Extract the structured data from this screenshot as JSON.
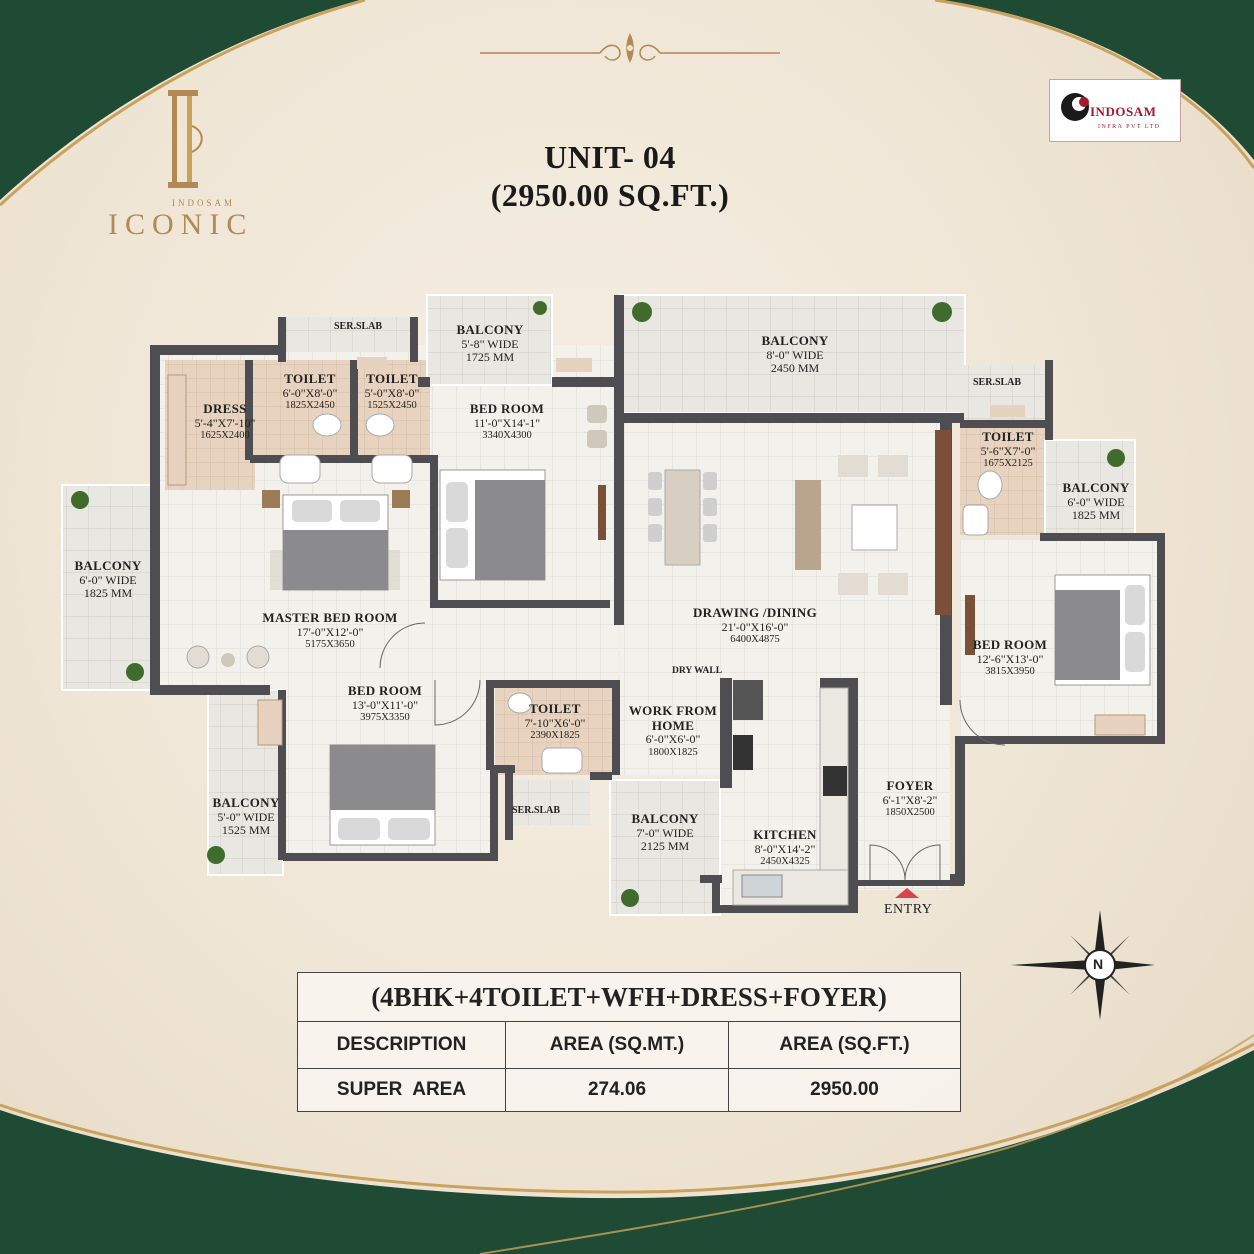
{
  "header": {
    "unit_title": "UNIT- 04",
    "unit_area": "(2950.00 SQ.FT.)"
  },
  "brand": {
    "project_small": "INDOSAM",
    "project_name": "ICONIC",
    "developer_name": "INDOSAM",
    "developer_sub": "INFRA PVT LTD",
    "gold": "#b08a52",
    "red": "#a01c2e",
    "green": "#1f4a33"
  },
  "rooms": {
    "dress": {
      "name": "DRESS",
      "dim": "5'-4\"X7'-10\"",
      "mm": "1625X2400"
    },
    "toilet1": {
      "name": "TOILET",
      "dim": "6'-0\"X8'-0\"",
      "mm": "1825X2450"
    },
    "toilet2": {
      "name": "TOILET",
      "dim": "5'-0\"X8'-0\"",
      "mm": "1525X2450"
    },
    "balcony_top_small": {
      "name": "BALCONY",
      "dim": "5'-8\" WIDE",
      "mm": "1725 MM"
    },
    "balcony_top_large": {
      "name": "BALCONY",
      "dim": "8'-0\" WIDE",
      "mm": "2450 MM"
    },
    "bedroom_top": {
      "name": "BED ROOM",
      "dim": "11'-0\"X14'-1\"",
      "mm": "3340X4300"
    },
    "toilet_right": {
      "name": "TOILET",
      "dim": "5'-6\"X7'-0\"",
      "mm": "1675X2125"
    },
    "balcony_right": {
      "name": "BALCONY",
      "dim": "6'-0\" WIDE",
      "mm": "1825 MM"
    },
    "balcony_left": {
      "name": "BALCONY",
      "dim": "6'-0\" WIDE",
      "mm": "1825 MM"
    },
    "master_bedroom": {
      "name": "MASTER BED ROOM",
      "dim": "17'-0\"X12'-0\"",
      "mm": "5175X3650"
    },
    "drawing_dining": {
      "name": "DRAWING /DINING",
      "dim": "21'-0\"X16'-0\"",
      "mm": "6400X4875"
    },
    "bedroom_right": {
      "name": "BED ROOM",
      "dim": "12'-6\"X13'-0\"",
      "mm": "3815X3950"
    },
    "bedroom_bottom": {
      "name": "BED ROOM",
      "dim": "13'-0\"X11'-0\"",
      "mm": "3975X3350"
    },
    "toilet_bottom": {
      "name": "TOILET",
      "dim": "7'-10\"X6'-0\"",
      "mm": "2390X1825"
    },
    "wfh": {
      "name1": "WORK FROM",
      "name2": "HOME",
      "dim": "6'-0\"X6'-0\"",
      "mm": "1800X1825"
    },
    "balcony_bottom_left": {
      "name": "BALCONY",
      "dim": "5'-0\" WIDE",
      "mm": "1525 MM"
    },
    "balcony_bottom_mid": {
      "name": "BALCONY",
      "dim": "7'-0\" WIDE",
      "mm": "2125 MM"
    },
    "kitchen": {
      "name": "KITCHEN",
      "dim": "8'-0\"X14'-2\"",
      "mm": "2450X4325"
    },
    "foyer": {
      "name": "FOYER",
      "dim": "6'-1\"X8'-2\"",
      "mm": "1850X2500"
    }
  },
  "labels": {
    "ser_slab": "SER.SLAB",
    "dry_wall": "DRY WALL",
    "entry": "ENTRY",
    "north": "N"
  },
  "table": {
    "caption": "(4BHK+4TOILET+WFH+DRESS+FOYER)",
    "headers": [
      "DESCRIPTION",
      "AREA (SQ.MT.)",
      "AREA (SQ.FT.)"
    ],
    "row": [
      "SUPER  AREA",
      "274.06",
      "2950.00"
    ]
  }
}
